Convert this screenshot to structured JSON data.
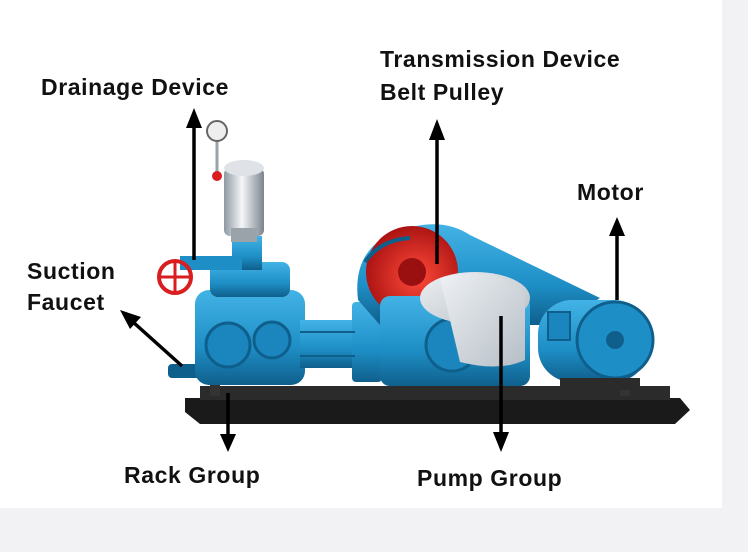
{
  "labels": {
    "drainage_device": "Drainage Device",
    "transmission_device": "Transmission Device",
    "belt_pulley": "Belt Pulley",
    "motor": "Motor",
    "suction": "Suction",
    "faucet": "Faucet",
    "rack_group": "Rack Group",
    "pump_group": "Pump Group"
  },
  "colors": {
    "pump_blue": "#1e8fc6",
    "pump_blue_dark": "#0f5f8c",
    "pulley_red": "#d81e1e",
    "base_black": "#1a1a1a",
    "chrome": "#d9dde2",
    "arrow": "#000000"
  }
}
